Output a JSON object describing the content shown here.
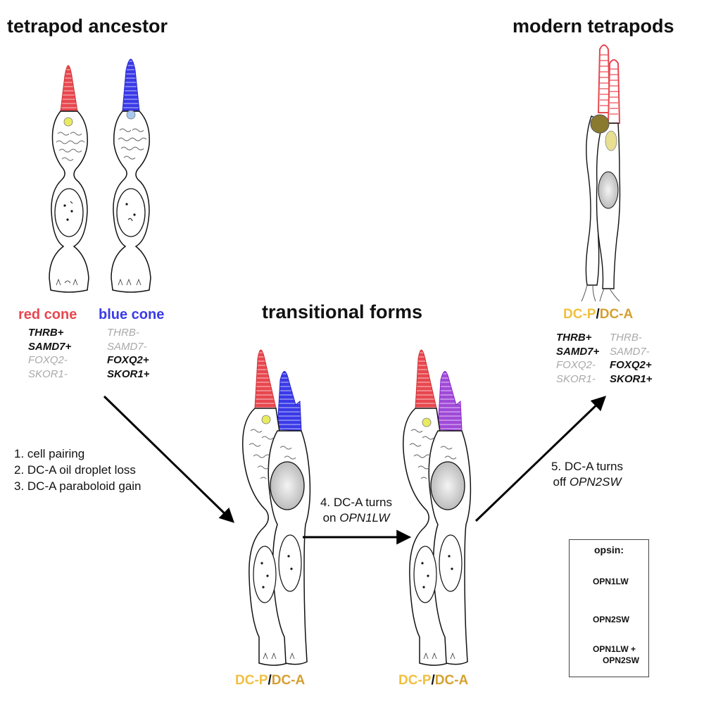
{
  "titles": {
    "ancestor": "tetrapod ancestor",
    "transitional": "transitional forms",
    "modern": "modern tetrapods"
  },
  "ancestor": {
    "red_label": "red cone",
    "blue_label": "blue cone",
    "red_genes": [
      "THRB+",
      "SAMD7+",
      "FOXQ2-",
      "SKOR1-"
    ],
    "blue_genes": [
      "THRB-",
      "SAMD7-",
      "FOXQ2+",
      "SKOR1+"
    ]
  },
  "steps": [
    "1. cell pairing",
    "2. DC-A oil droplet loss",
    "3. DC-A paraboloid gain"
  ],
  "step4": {
    "line1": "4. DC-A turns",
    "line2_prefix": "on ",
    "gene": "OPN1LW"
  },
  "step5": {
    "line1": "5. DC-A turns",
    "line2_prefix": "off ",
    "gene": "OPN2SW"
  },
  "dc_labels": {
    "p": "DC-P",
    "sep": "/",
    "a": "DC-A"
  },
  "modern": {
    "p_genes": [
      "THRB+",
      "SAMD7+",
      "FOXQ2-",
      "SKOR1-"
    ],
    "a_genes": [
      "THRB-",
      "SAMD7-",
      "FOXQ2+",
      "SKOR1+"
    ]
  },
  "legend": {
    "title": "opsin:",
    "items": [
      {
        "label": "OPN1LW",
        "color": "#e8474f"
      },
      {
        "label": "OPN2SW",
        "color": "#3a3ae8"
      },
      {
        "label": "OPN1LW +",
        "label2": "OPN2SW",
        "color": "#a04ad8"
      }
    ]
  },
  "colors": {
    "red": "#e8474f",
    "blue": "#3a3ae8",
    "purple": "#a04ad8",
    "dc_p": "#f0c040",
    "dc_a": "#d4a030",
    "oil_yellow": "#e8ea60",
    "oil_olive": "#8a7a30",
    "oil_blue": "#a8c8f0"
  }
}
